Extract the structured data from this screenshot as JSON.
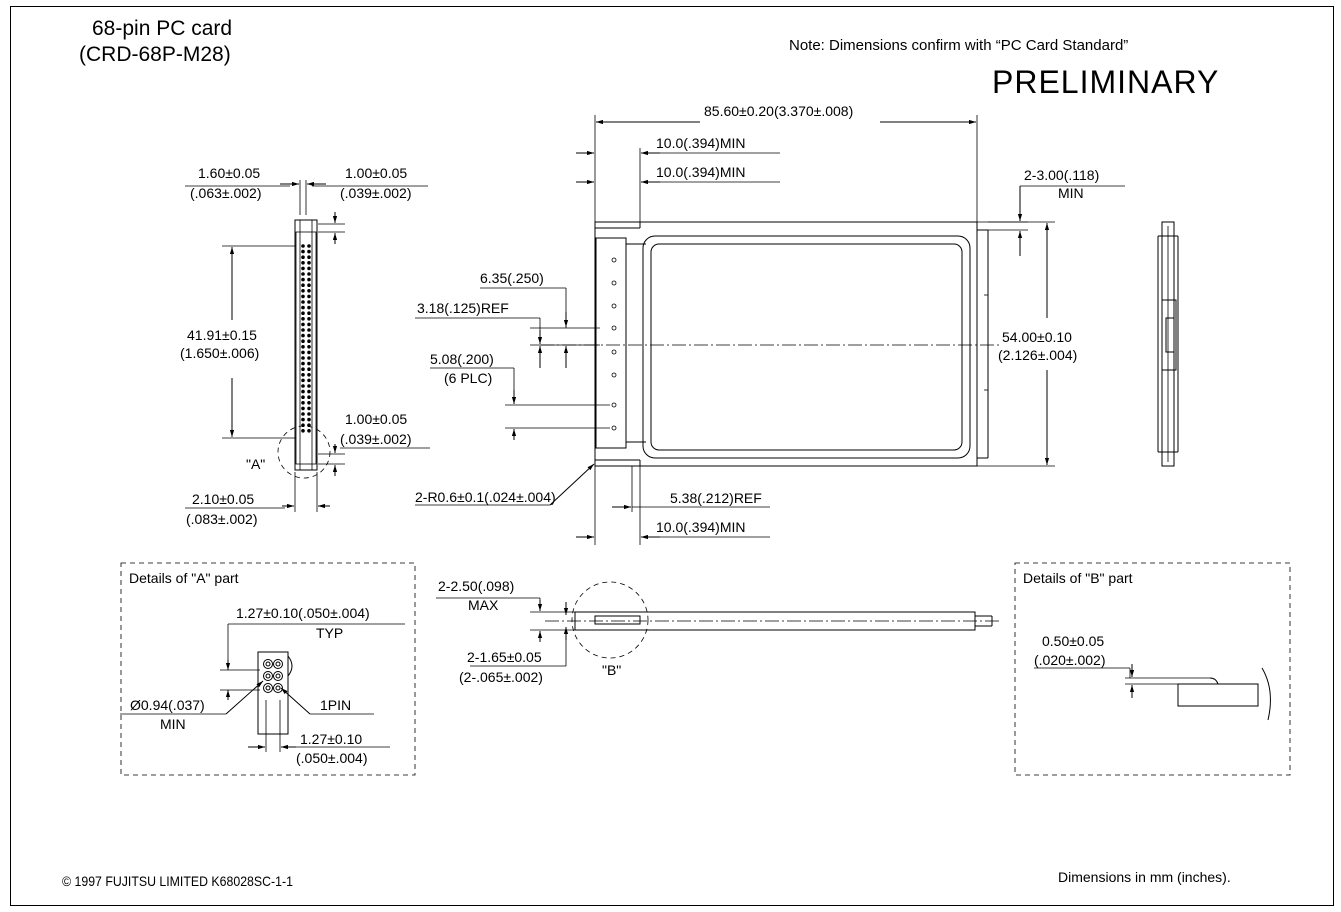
{
  "header": {
    "title_line1": "68-pin PC card",
    "title_line2": "(CRD-68P-M28)",
    "note": "Note: Dimensions confirm with “PC Card Standard”",
    "status": "PRELIMINARY"
  },
  "side_view": {
    "pitch_top_left": "1.60±0.05",
    "pitch_top_left_in": "(.063±.002)",
    "pitch_top_right": "1.00±0.05",
    "pitch_top_right_in": "(.039±.002)",
    "length": "41.91±0.15",
    "length_in": "(1.650±.006)",
    "bottom_gap": "1.00±0.05",
    "bottom_gap_in": "(.039±.002)",
    "detail_a_label": "\"A\"",
    "bottom_width": "2.10±0.05",
    "bottom_width_in": "(.083±.002)"
  },
  "top_view": {
    "overall_length": "85.60±0.20(3.370±.008)",
    "min1": "10.0(.394)MIN",
    "min2": "10.0(.394)MIN",
    "corner": "2-3.00(.118)",
    "corner_min": "MIN",
    "d635": "6.35(.250)",
    "d318": "3.18(.125)REF",
    "d508": "5.08(.200)",
    "plc": "(6 PLC)",
    "width": "54.00±0.10",
    "width_in": "(2.126±.004)",
    "radius": "2-R0.6±0.1(.024±.004)",
    "ref538": "5.38(.212)REF",
    "min3": "10.0(.394)MIN"
  },
  "detail_a": {
    "title": "Details of \"A\" part",
    "pitch": "1.27±0.10(.050±.004)",
    "typ": "TYP",
    "hole": "Ø0.94(.037)",
    "hole_min": "MIN",
    "pin1": "1PIN",
    "pitch2": "1.27±0.10",
    "pitch2_in": "(.050±.004)"
  },
  "edge_view": {
    "max_thick": "2-2.50(.098)",
    "max": "MAX",
    "thick": "2-1.65±0.05",
    "thick_in": "(2-.065±.002)",
    "detail_b_label": "\"B\""
  },
  "detail_b": {
    "title": "Details of \"B\" part",
    "gap": "0.50±0.05",
    "gap_in": "(.020±.002)"
  },
  "footer": {
    "copyright": "© 1997 FUJITSU LIMITED K68028SC-1-1",
    "units": "Dimensions in mm (inches)."
  }
}
